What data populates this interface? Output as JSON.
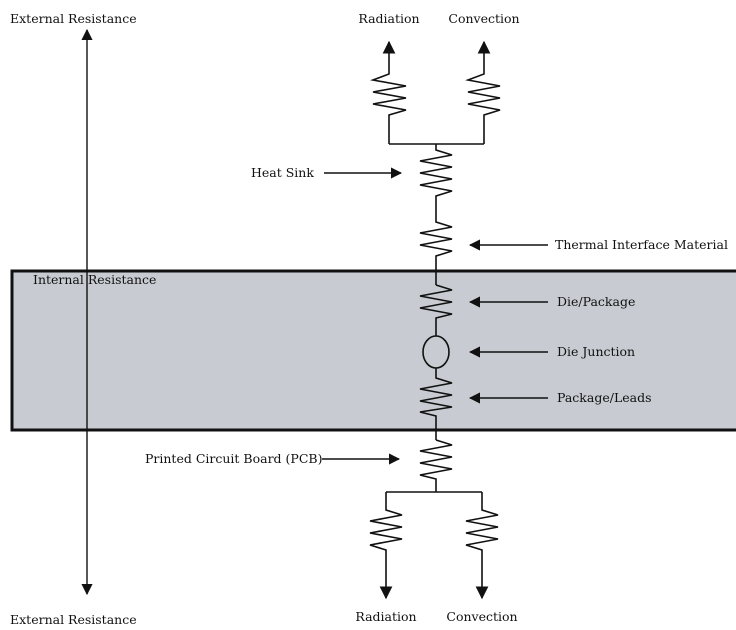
{
  "labels": {
    "external_top": "External Resistance",
    "external_bottom": "External Resistance",
    "internal": "Internal Resistance",
    "radiation_top": "Radiation",
    "convection_top": "Convection",
    "heat_sink": "Heat Sink",
    "thermal_interface": "Thermal Interface Material",
    "die_package": "Die/Package",
    "die_junction": "Die Junction",
    "package_leads": "Package/Leads",
    "pcb": "Printed Circuit Board (PCB)",
    "radiation_bottom": "Radiation",
    "convection_bottom": "Convection"
  },
  "colors": {
    "internal_region_fill": "#c8cbd1",
    "line": "#111111"
  }
}
